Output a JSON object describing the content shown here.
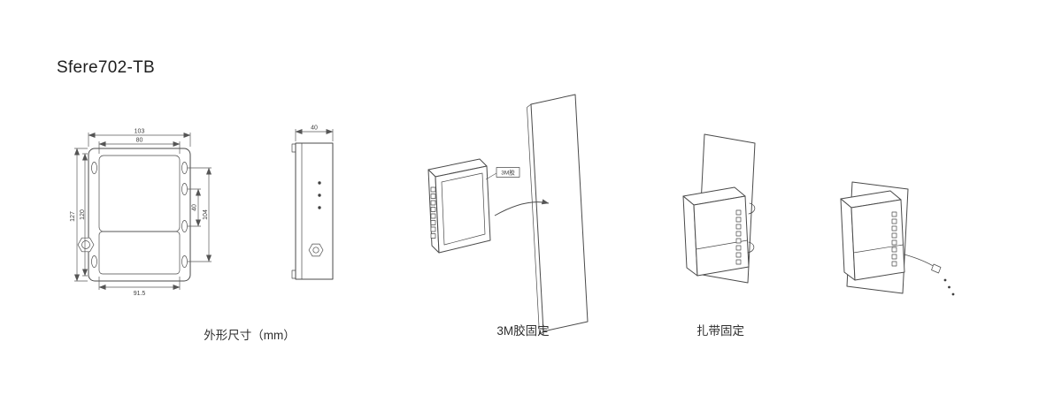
{
  "page": {
    "title": "Sfere702-TB"
  },
  "outline_drawing": {
    "caption": "外形尺寸（mm）",
    "front": {
      "width_outer": "103",
      "width_inner": "80",
      "height_outer": "127",
      "height_inner": "120",
      "right_small": "40",
      "right_large": "104",
      "bottom_width": "91.5"
    },
    "side": {
      "depth": "40"
    }
  },
  "glue_mount": {
    "caption": "3M胶固定",
    "adhesive_label": "3M胶"
  },
  "tie_mount": {
    "caption": "扎带固定"
  }
}
